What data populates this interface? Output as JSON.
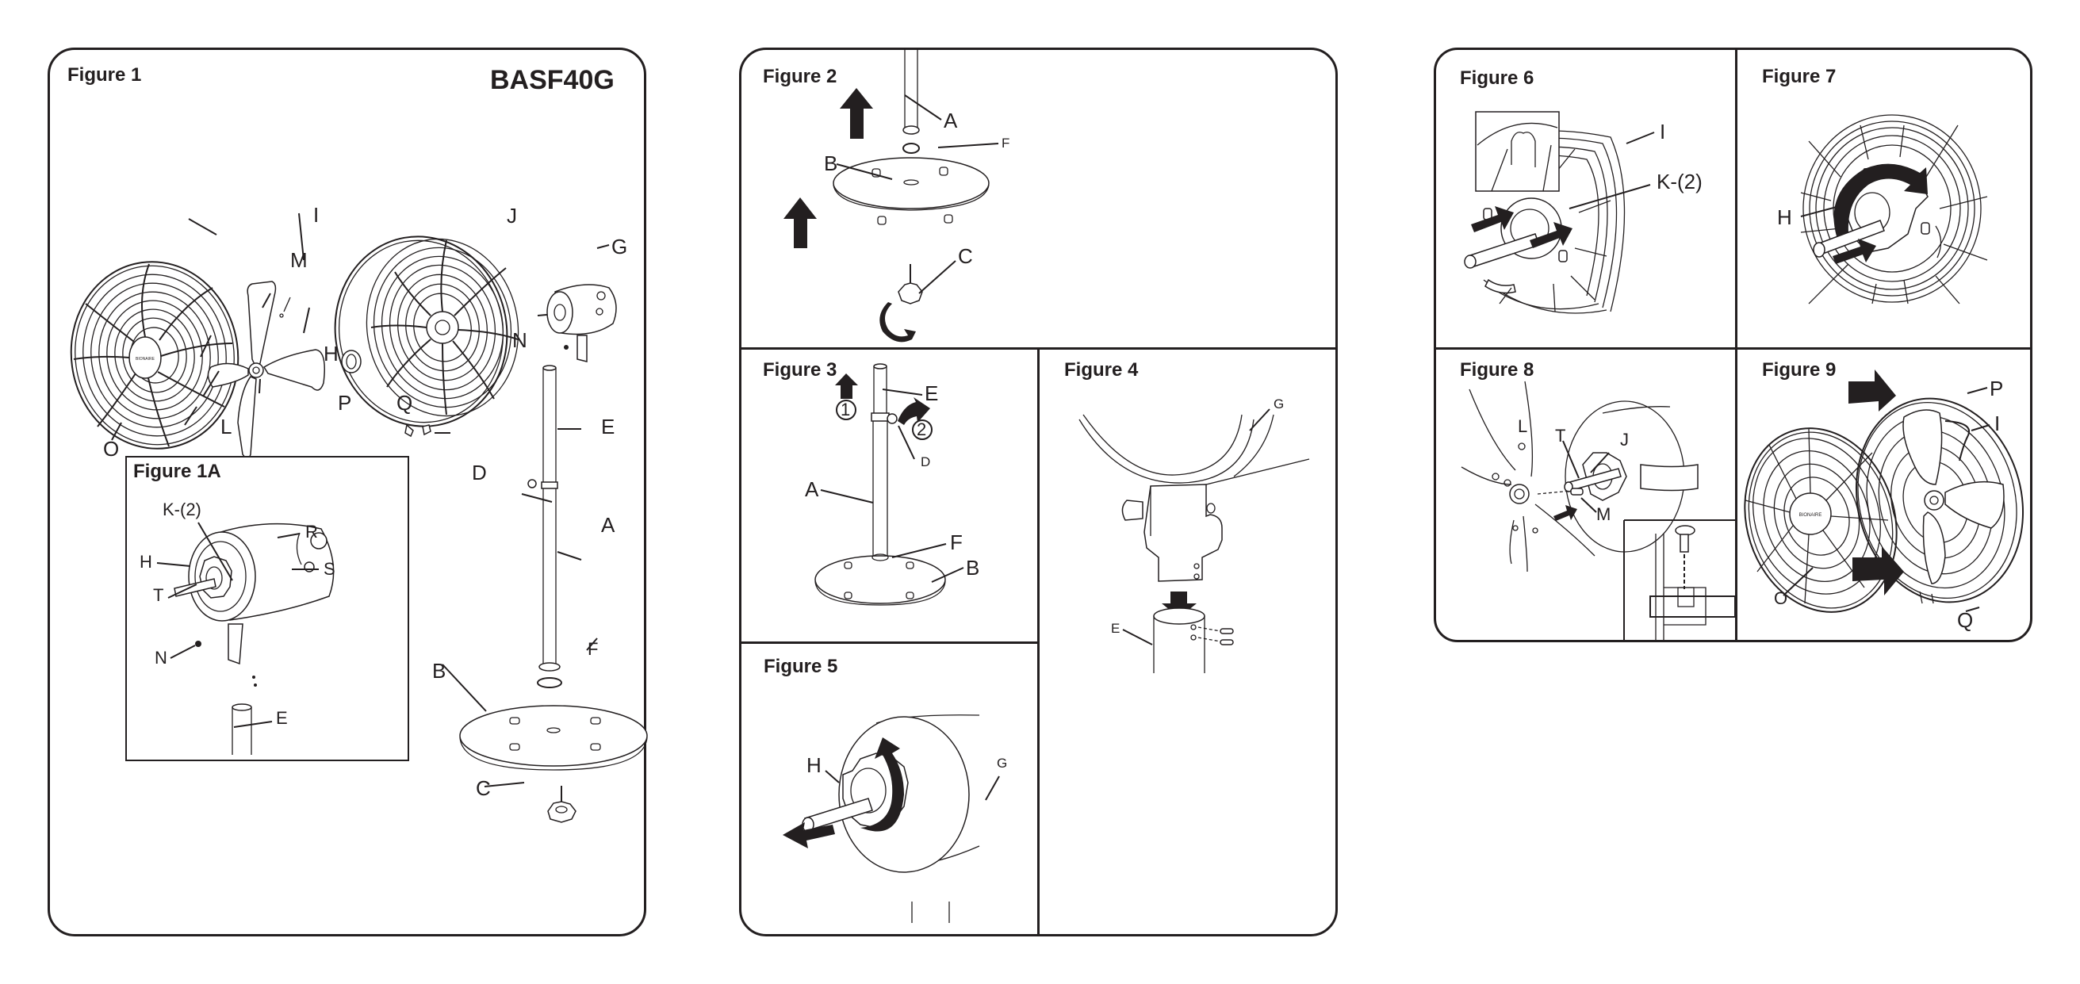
{
  "document": {
    "model": "BASF40G",
    "brand_mark": "BIONAIRE"
  },
  "figures": {
    "fig1": {
      "title": "Figure 1",
      "labels": {
        "I": "I",
        "J": "J",
        "G": "G",
        "M": "M",
        "H": "H",
        "N": "N",
        "O": "O",
        "L": "L",
        "P": "P",
        "Q": "Q",
        "E": "E",
        "D": "D",
        "A": "A",
        "F": "F",
        "B": "B",
        "C": "C"
      }
    },
    "fig1a": {
      "title": "Figure 1A",
      "labels": {
        "K": "K-(2)",
        "R": "R",
        "H": "H",
        "S": "S",
        "T": "T",
        "N": "N",
        "E": "E"
      }
    },
    "fig2": {
      "title": "Figure 2",
      "labels": {
        "A": "A",
        "F": "F",
        "B": "B",
        "C": "C"
      }
    },
    "fig3": {
      "title": "Figure 3",
      "labels": {
        "E": "E",
        "step1": "1",
        "step2": "2",
        "D": "D",
        "A": "A",
        "F": "F",
        "B": "B"
      }
    },
    "fig4": {
      "title": "Figure 4",
      "labels": {
        "G": "G",
        "E": "E"
      }
    },
    "fig5": {
      "title": "Figure 5",
      "labels": {
        "H": "H",
        "G": "G"
      }
    },
    "fig6": {
      "title": "Figure 6",
      "labels": {
        "I": "I",
        "K": "K-(2)"
      }
    },
    "fig7": {
      "title": "Figure 7",
      "labels": {
        "H": "H"
      }
    },
    "fig8": {
      "title": "Figure 8",
      "labels": {
        "L": "L",
        "T": "T",
        "J": "J",
        "M": "M"
      }
    },
    "fig9": {
      "title": "Figure 9",
      "labels": {
        "P": "P",
        "I": "I",
        "O": "O",
        "Q": "Q"
      }
    }
  }
}
